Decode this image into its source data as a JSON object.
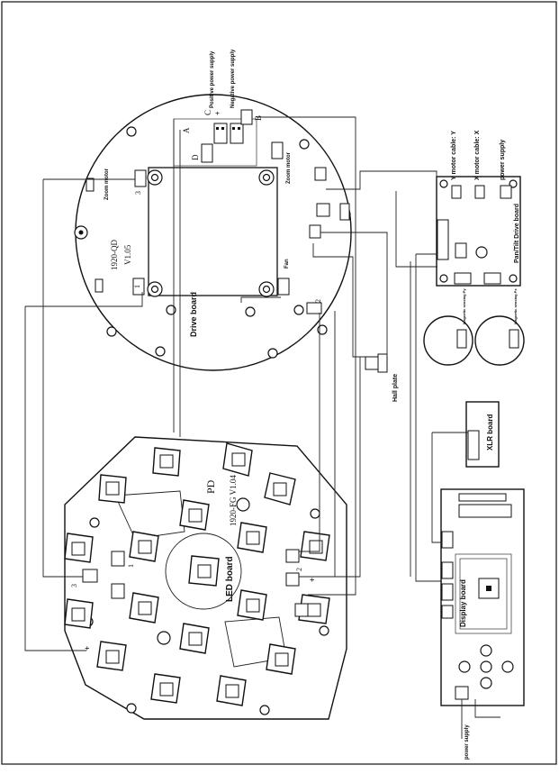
{
  "drive_board": {
    "title": "Drive board",
    "model": "1920-QD",
    "version": "V1.05",
    "labels": {
      "positive_supply": "Positive power supply",
      "negative_supply": "Negative power supply",
      "zoom_motor_left": "Zoom motor",
      "zoom_motor_right": "Zoom motor",
      "fan": "Fan",
      "letter_a": "A",
      "letter_b": "B",
      "letter_c": "C",
      "letter_d": "D",
      "plus": "+",
      "num_1": "1",
      "num_2": "2",
      "num_3": "3"
    }
  },
  "led_board": {
    "title": "LED board",
    "model": "1920-FG V1.04",
    "labels": {
      "pd": "PD",
      "num_1": "1",
      "num_2": "2",
      "num_3": "3",
      "plus_1": "+",
      "plus_2": "+"
    }
  },
  "pan_tilt_board": {
    "title": "Pan/Tilt Drive board",
    "labels": {
      "y_motor": "Y motor cable: Y",
      "x_motor": "X motor cable: X",
      "power_supply": "power supply",
      "sensor_py": "Magnetic sensing Py",
      "sensor_px": "Magnetic sensing Px"
    }
  },
  "hall_plate": {
    "label": "Hall plate"
  },
  "xlr_board": {
    "label": "XLR board"
  },
  "display_board": {
    "title": "Display board",
    "power_supply": "power supply"
  }
}
